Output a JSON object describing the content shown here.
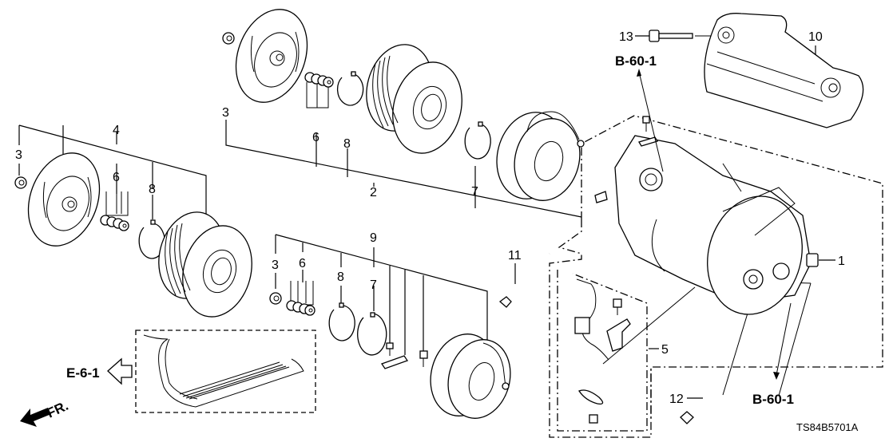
{
  "diagram": {
    "type": "exploded-parts-diagram",
    "subject": "A/C compressor and clutch assembly",
    "callouts": [
      {
        "id": "c1",
        "label": "1"
      },
      {
        "id": "c2",
        "label": "2"
      },
      {
        "id": "c3a",
        "label": "3"
      },
      {
        "id": "c3b",
        "label": "3"
      },
      {
        "id": "c3c",
        "label": "3"
      },
      {
        "id": "c4",
        "label": "4"
      },
      {
        "id": "c5",
        "label": "5"
      },
      {
        "id": "c6a",
        "label": "6"
      },
      {
        "id": "c6b",
        "label": "6"
      },
      {
        "id": "c6c",
        "label": "6"
      },
      {
        "id": "c7a",
        "label": "7"
      },
      {
        "id": "c7b",
        "label": "7"
      },
      {
        "id": "c8a",
        "label": "8"
      },
      {
        "id": "c8b",
        "label": "8"
      },
      {
        "id": "c8c",
        "label": "8"
      },
      {
        "id": "c9",
        "label": "9"
      },
      {
        "id": "c10",
        "label": "10"
      },
      {
        "id": "c11",
        "label": "11"
      },
      {
        "id": "c12",
        "label": "12"
      },
      {
        "id": "c13",
        "label": "13"
      }
    ],
    "references": {
      "top": "B-60-1",
      "bottom_right": "B-60-1",
      "belt": "E-6-1"
    },
    "direction_indicator": "FR.",
    "drawing_code": "TS84B5701A"
  }
}
